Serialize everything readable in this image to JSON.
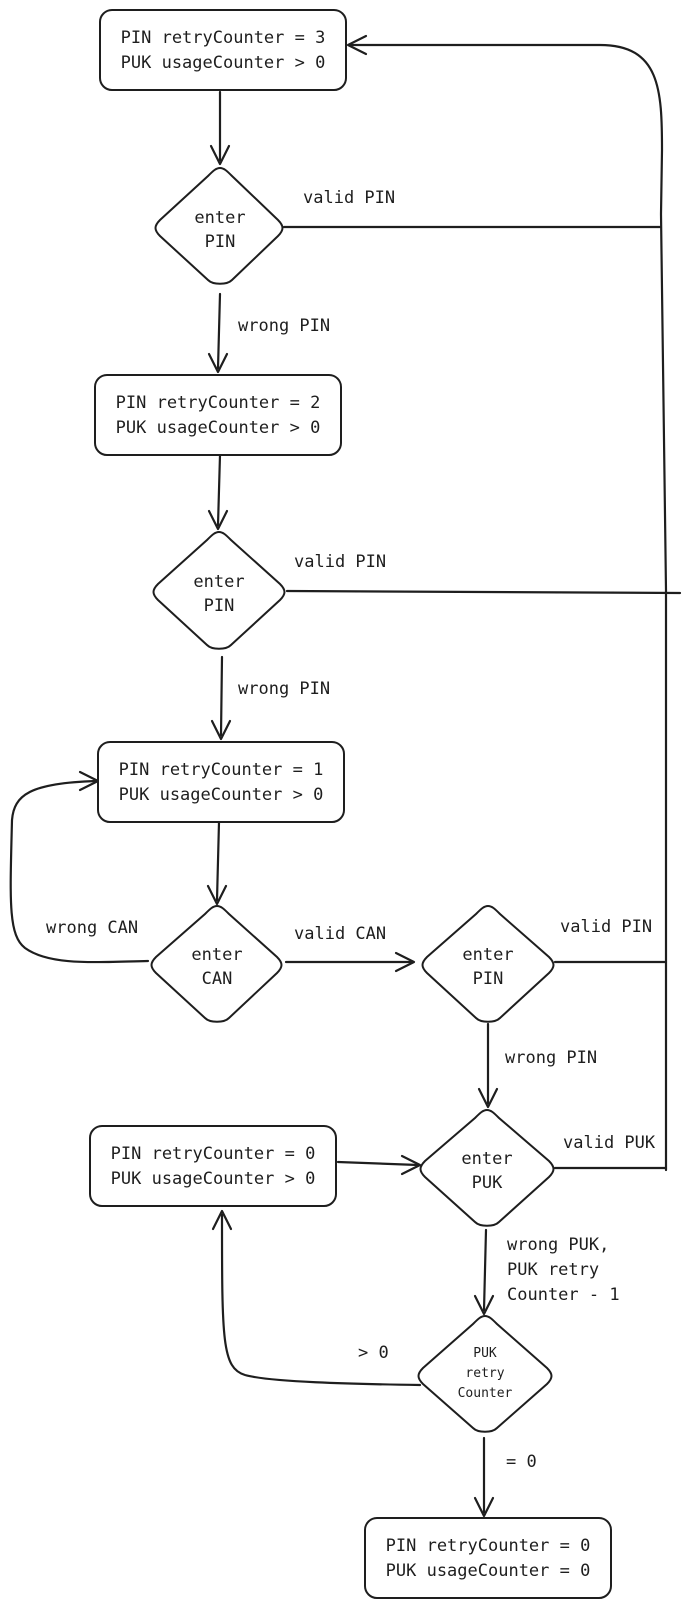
{
  "states": {
    "s3": {
      "line1": "PIN retryCounter = 3",
      "line2": "PUK usageCounter > 0"
    },
    "s2": {
      "line1": "PIN retryCounter = 2",
      "line2": "PUK usageCounter > 0"
    },
    "s1": {
      "line1": "PIN retryCounter = 1",
      "line2": "PUK usageCounter > 0"
    },
    "s0": {
      "line1": "PIN retryCounter = 0",
      "line2": "PUK usageCounter > 0"
    },
    "s00": {
      "line1": "PIN retryCounter = 0",
      "line2": "PUK usageCounter = 0"
    }
  },
  "decisions": {
    "pin1": {
      "line1": "enter",
      "line2": "PIN"
    },
    "pin2": {
      "line1": "enter",
      "line2": "PIN"
    },
    "can": {
      "line1": "enter",
      "line2": "CAN"
    },
    "pin3": {
      "line1": "enter",
      "line2": "PIN"
    },
    "puk": {
      "line1": "enter",
      "line2": "PUK"
    },
    "pukcounter": {
      "line1": "PUK",
      "line2": "retry",
      "line3": "Counter"
    }
  },
  "edge_labels": {
    "valid_pin_1": "valid PIN",
    "wrong_pin_1": "wrong PIN",
    "valid_pin_2": "valid PIN",
    "wrong_pin_2": "wrong PIN",
    "wrong_can": "wrong CAN",
    "valid_can": "valid CAN",
    "valid_pin_3": "valid PIN",
    "wrong_pin_3": "wrong PIN",
    "valid_puk": "valid PUK",
    "wrong_puk_line1": "wrong PUK,",
    "wrong_puk_line2": "PUK retry",
    "wrong_puk_line3": "Counter - 1",
    "gt_zero": "> 0",
    "eq_zero": "= 0"
  }
}
